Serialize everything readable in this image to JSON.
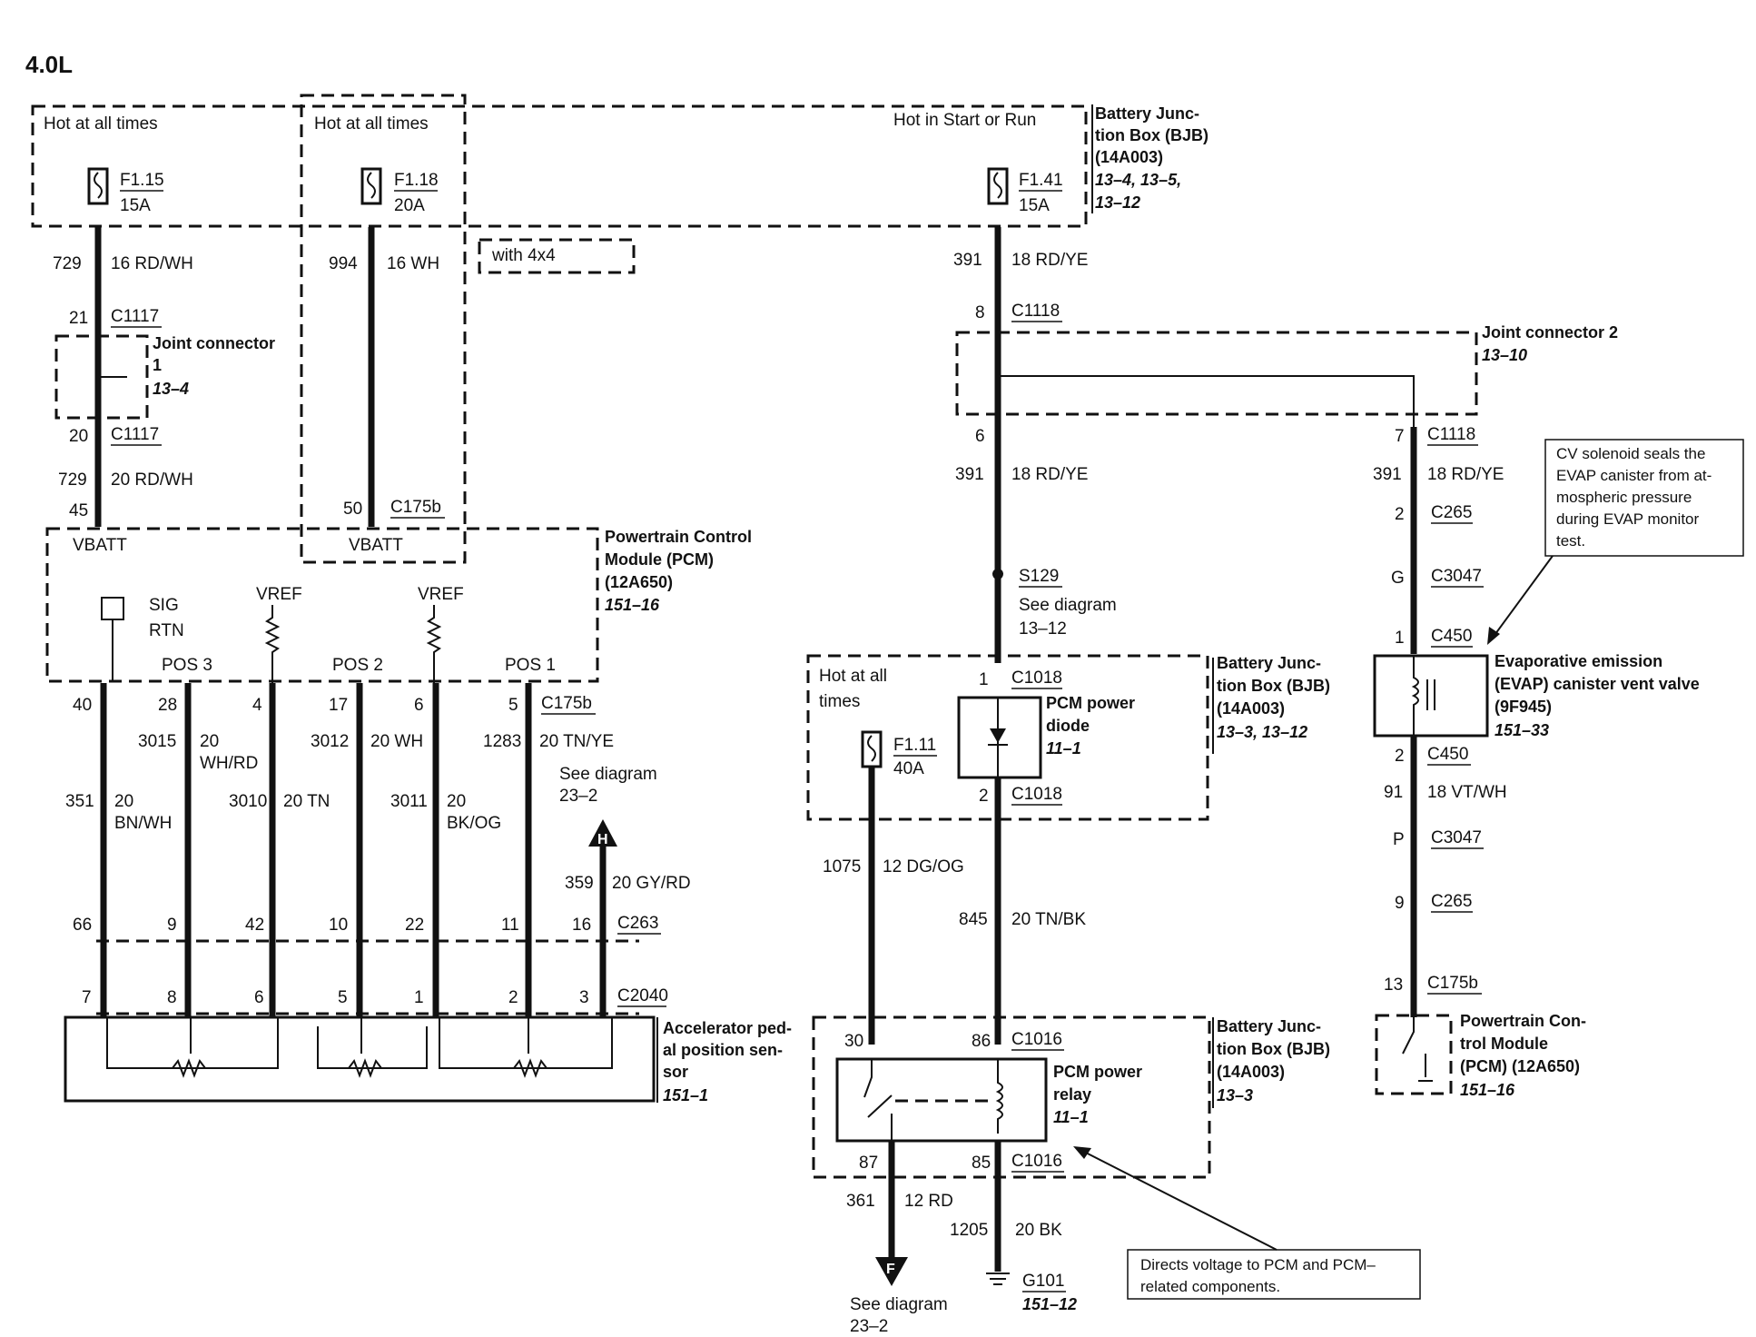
{
  "title": "4.0L",
  "bjb_top": {
    "label": [
      "Battery Junc-",
      "tion Box (BJB)",
      "(14A003)"
    ],
    "ref": [
      "13–4, 13–5,",
      "13–12"
    ],
    "hot_left": "Hot at all times",
    "hot_mid": "Hot at all times",
    "hot_right": "Hot in Start or Run",
    "fuses": [
      {
        "id": "F1.15",
        "amp": "15A"
      },
      {
        "id": "F1.18",
        "amp": "20A"
      },
      {
        "id": "F1.41",
        "amp": "15A"
      }
    ]
  },
  "with4x4": "with 4x4",
  "wires": {
    "w729a": {
      "circuit": "729",
      "gauge": "16 RD/WH"
    },
    "w994": {
      "circuit": "994",
      "gauge": "16 WH"
    },
    "w391a": {
      "circuit": "391",
      "gauge": "18 RD/YE"
    },
    "w729b": {
      "circuit": "729",
      "gauge": "20 RD/WH"
    },
    "w391b": {
      "circuit": "391",
      "gauge": "18 RD/YE"
    },
    "w391c": {
      "circuit": "391",
      "gauge": "18 RD/YE"
    },
    "w351": {
      "circuit": "351",
      "gauge": "20",
      "color": "BN/WH"
    },
    "w3015": {
      "circuit": "3015",
      "gauge": "20",
      "color": "WH/RD"
    },
    "w3010": {
      "circuit": "3010",
      "gauge": "20 TN"
    },
    "w3012": {
      "circuit": "3012",
      "gauge": "20 WH"
    },
    "w3011": {
      "circuit": "3011",
      "gauge": "20",
      "color": "BK/OG"
    },
    "w1283": {
      "circuit": "1283",
      "gauge": "20 TN/YE"
    },
    "w359": {
      "circuit": "359",
      "gauge": "20 GY/RD"
    },
    "w1075": {
      "circuit": "1075",
      "gauge": "12 DG/OG"
    },
    "w845": {
      "circuit": "845",
      "gauge": "20 TN/BK"
    },
    "w91": {
      "circuit": "91",
      "gauge": "18 VT/WH"
    },
    "w361": {
      "circuit": "361",
      "gauge": "12 RD"
    },
    "w1205": {
      "circuit": "1205",
      "gauge": "20 BK"
    }
  },
  "connectors": {
    "c1117": "C1117",
    "c1118": "C1118",
    "c175b": "C175b",
    "c265": "C265",
    "c3047": "C3047",
    "c450": "C450",
    "c1018": "C1018",
    "c263": "C263",
    "c2040": "C2040",
    "c1016": "C1016",
    "g101": "G101",
    "g101_ref": "151–12"
  },
  "pins": {
    "p21": "21",
    "p20": "20",
    "p45": "45",
    "p50": "50",
    "p8": "8",
    "p6": "6",
    "p7": "7",
    "p2": "2",
    "pG": "G",
    "p1": "1",
    "p40": "40",
    "p28": "28",
    "p4": "4",
    "p17": "17",
    "p6b": "6",
    "p5": "5",
    "p66": "66",
    "p9": "9",
    "p42": "42",
    "p10": "10",
    "p22": "22",
    "p11": "11",
    "p16": "16",
    "q7": "7",
    "q8": "8",
    "q6": "6",
    "q5": "5",
    "q1": "1",
    "q2": "2",
    "q3": "3",
    "d1": "1",
    "d2": "2",
    "e2": "2",
    "eP": "P",
    "e9": "9",
    "e13": "13",
    "r30": "30",
    "r86": "86",
    "r87": "87",
    "r85": "85"
  },
  "joint1": {
    "label": "Joint connector",
    "num": "1",
    "ref": "13–4"
  },
  "joint2": {
    "label": "Joint connector 2",
    "ref": "13–10"
  },
  "pcm": {
    "label": [
      "Powertrain Control",
      "Module (PCM)",
      "(12A650)"
    ],
    "ref": "151–16",
    "vbatt": "VBATT",
    "sig": "SIG",
    "rtn": "RTN",
    "vref": "VREF",
    "pos3": "POS 3",
    "pos2": "POS 2",
    "pos1": "POS 1"
  },
  "see_diagram_h": [
    "See diagram",
    "23–2"
  ],
  "arrow_h": "H",
  "s129": {
    "id": "S129",
    "note": [
      "See diagram",
      "13–12"
    ]
  },
  "bjb_mid": {
    "label": [
      "Battery Junc-",
      "tion Box (BJB)",
      "(14A003)"
    ],
    "ref": "13–3, 13–12",
    "hot": [
      "Hot at all",
      "times"
    ],
    "fuse": {
      "id": "F1.11",
      "amp": "40A"
    },
    "diode": [
      "PCM power",
      "diode"
    ],
    "diode_ref": "11–1"
  },
  "bjb_low": {
    "label": [
      "Battery Junc-",
      "tion Box (BJB)",
      "(14A003)"
    ],
    "ref": "13–3",
    "relay": [
      "PCM power",
      "relay"
    ],
    "relay_ref": "11–1"
  },
  "evap": {
    "label": [
      "Evaporative emission",
      "(EVAP) canister vent valve",
      "(9F945)"
    ],
    "ref": "151–33",
    "note": [
      "CV solenoid seals the",
      "EVAP canister from at-",
      "mospheric pressure",
      "during EVAP monitor",
      "test."
    ]
  },
  "pcm2": {
    "label": [
      "Powertrain Con-",
      "trol Module",
      "(PCM) (12A650)"
    ],
    "ref": "151–16"
  },
  "app_sensor": {
    "label": [
      "Accelerator ped-",
      "al position sen-",
      "sor"
    ],
    "ref": "151–1"
  },
  "relay_note": [
    "Directs voltage to PCM and PCM–",
    "related components."
  ],
  "see_diagram_f": [
    "See diagram",
    "23–2"
  ],
  "arrow_f": "F"
}
